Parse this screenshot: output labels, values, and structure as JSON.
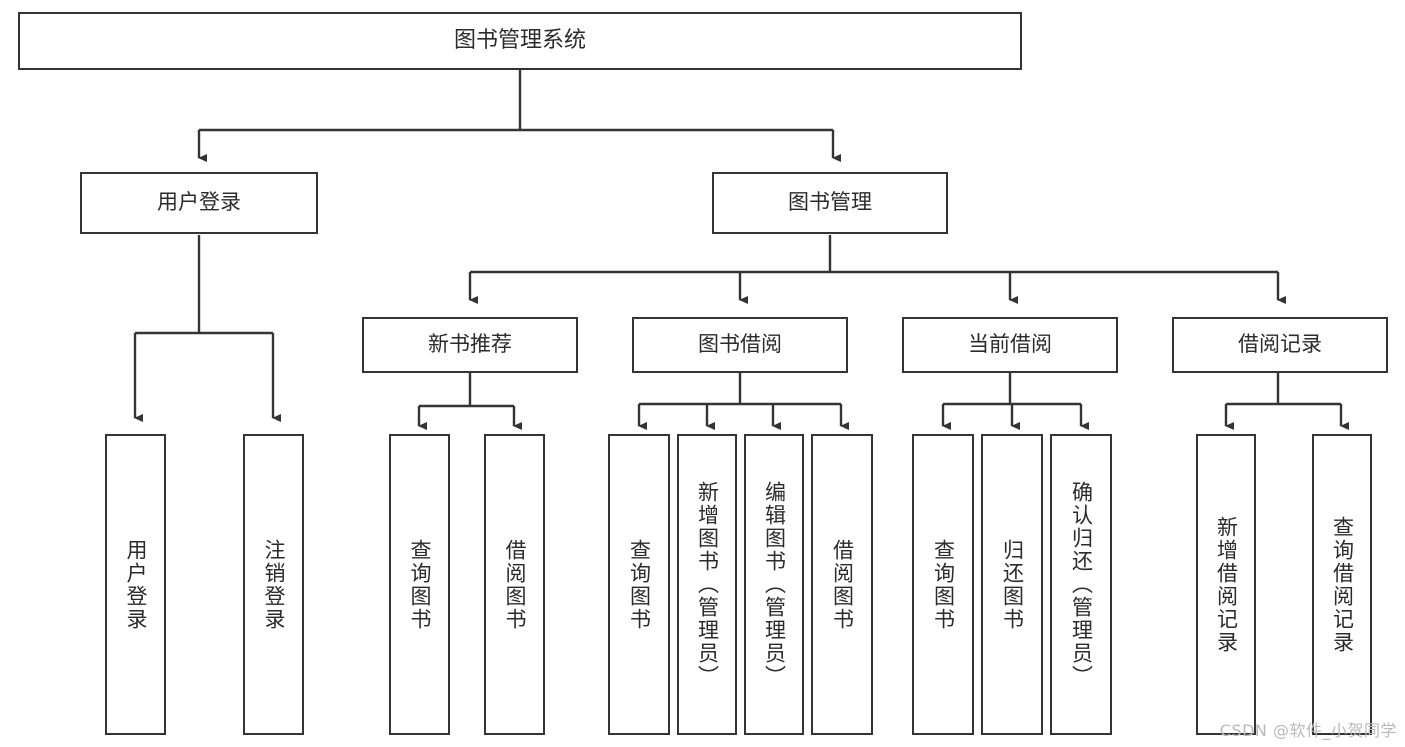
{
  "diagram": {
    "title": "图书管理系统",
    "watermark": "CSDN @软件_小贺同学",
    "colors": {
      "border": "#343434",
      "text": "#2b2b2b",
      "background": "#ffffff",
      "connector": "#343434",
      "watermark": "#b9b9b9"
    },
    "levels": {
      "root": {
        "label": "图书管理系统"
      },
      "level2": [
        {
          "label": "用户登录"
        },
        {
          "label": "图书管理"
        }
      ],
      "level3": [
        {
          "label": "新书推荐"
        },
        {
          "label": "图书借阅"
        },
        {
          "label": "当前借阅"
        },
        {
          "label": "借阅记录"
        }
      ],
      "level4": [
        {
          "label": "用户登录",
          "parent": "用户登录"
        },
        {
          "label": "注销登录",
          "parent": "用户登录"
        },
        {
          "label": "查询图书",
          "parent": "新书推荐"
        },
        {
          "label": "借阅图书",
          "parent": "新书推荐"
        },
        {
          "label": "查询图书",
          "parent": "图书借阅"
        },
        {
          "label": "新增图书（管理员）",
          "parent": "图书借阅"
        },
        {
          "label": "编辑图书（管理员）",
          "parent": "图书借阅"
        },
        {
          "label": "借阅图书",
          "parent": "图书借阅"
        },
        {
          "label": "查询图书",
          "parent": "当前借阅"
        },
        {
          "label": "归还图书",
          "parent": "当前借阅"
        },
        {
          "label": "确认归还（管理员）",
          "parent": "当前借阅"
        },
        {
          "label": "新增借阅记录",
          "parent": "借阅记录"
        },
        {
          "label": "查询借阅记录",
          "parent": "借阅记录"
        }
      ]
    }
  }
}
